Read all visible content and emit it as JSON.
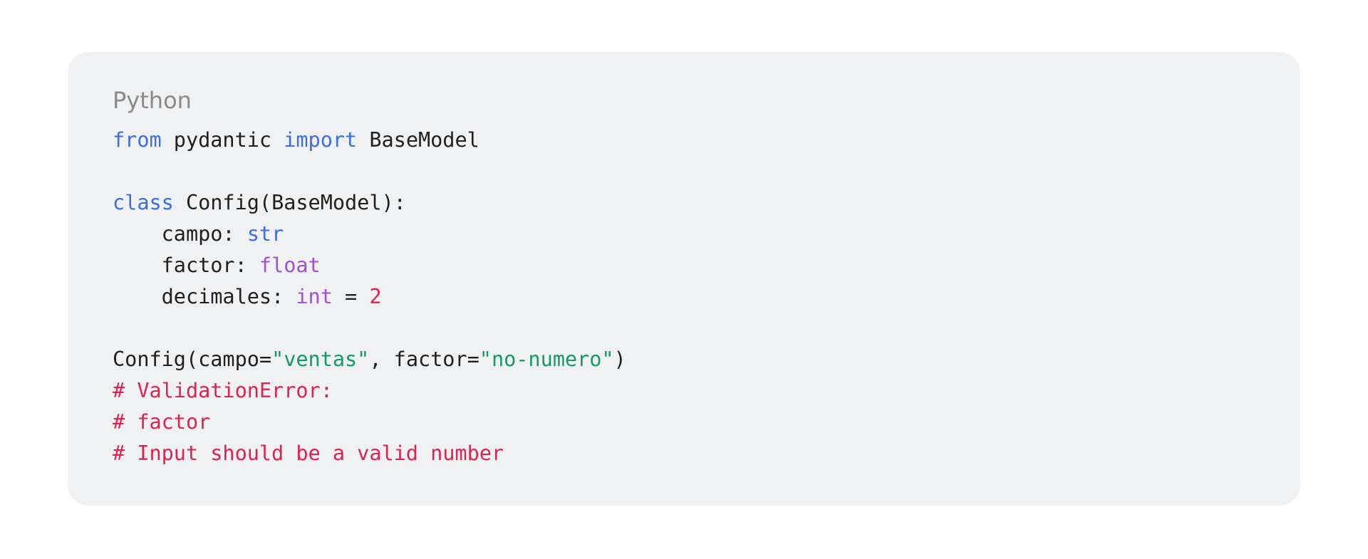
{
  "code_card": {
    "language": "Python",
    "lines": [
      [
        {
          "t": "from",
          "k": "kw"
        },
        {
          "t": " pydantic ",
          "k": "plain"
        },
        {
          "t": "import",
          "k": "kw"
        },
        {
          "t": " BaseModel",
          "k": "plain"
        }
      ],
      [],
      [
        {
          "t": "class",
          "k": "kw"
        },
        {
          "t": " Config(BaseModel):",
          "k": "plain"
        }
      ],
      [
        {
          "t": "    campo: ",
          "k": "plain"
        },
        {
          "t": "str",
          "k": "ty"
        }
      ],
      [
        {
          "t": "    factor: ",
          "k": "plain"
        },
        {
          "t": "float",
          "k": "ty2"
        }
      ],
      [
        {
          "t": "    decimales: ",
          "k": "plain"
        },
        {
          "t": "int",
          "k": "ty2"
        },
        {
          "t": " = ",
          "k": "plain"
        },
        {
          "t": "2",
          "k": "num"
        }
      ],
      [],
      [
        {
          "t": "Config(campo=",
          "k": "plain"
        },
        {
          "t": "\"ventas\"",
          "k": "str"
        },
        {
          "t": ", factor=",
          "k": "plain"
        },
        {
          "t": "\"no-numero\"",
          "k": "str"
        },
        {
          "t": ")",
          "k": "plain"
        }
      ],
      [
        {
          "t": "# ValidationError:",
          "k": "cmt"
        }
      ],
      [
        {
          "t": "# factor",
          "k": "cmt"
        }
      ],
      [
        {
          "t": "# Input should be a valid number",
          "k": "cmt"
        }
      ]
    ]
  }
}
